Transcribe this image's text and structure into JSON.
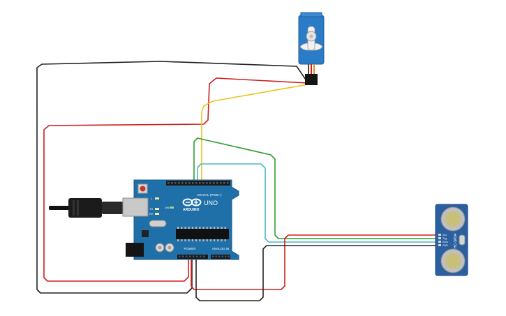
{
  "arduino": {
    "logo_text": "ARDUINO",
    "model": "UNO",
    "digital_header": "DIGITAL (PWM~)",
    "power_header": "POWER",
    "analog_header": "ANALOG IN",
    "led_tx": "TX",
    "led_rx": "RX",
    "led_l": "L",
    "led_on": "ON"
  },
  "sensor": {
    "model": "HC-SR04",
    "pins": [
      "Vcc",
      "Trig",
      "Echo",
      "GND"
    ]
  },
  "colors": {
    "wire_black": "#222222",
    "wire_red": "#cc1f1f",
    "wire_yellow": "#e6c41a",
    "wire_green": "#2fa02f",
    "wire_cyan": "#4bb8c8",
    "board": "#1f6fa8",
    "servo": "#2a7cc7",
    "sensor_board": "#2a5fa0"
  }
}
